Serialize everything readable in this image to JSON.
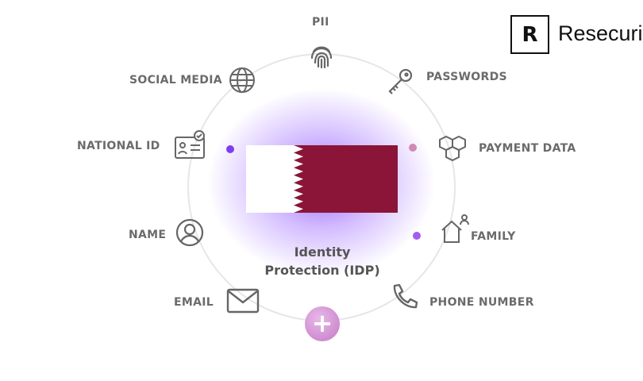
{
  "brand": {
    "logo_letter": "R",
    "name": "Resecuri"
  },
  "center": {
    "title_line1": "Identity",
    "title_line2": "Protection (IDP)",
    "flag": "qatar",
    "flag_colors": {
      "white": "#ffffff",
      "maroon": "#8a1538"
    }
  },
  "items": [
    {
      "label": "PII",
      "icon": "fingerprint-icon"
    },
    {
      "label": "PASSWORDS",
      "icon": "key-icon"
    },
    {
      "label": "PAYMENT DATA",
      "icon": "boxes-icon"
    },
    {
      "label": "FAMILY",
      "icon": "home-person-icon"
    },
    {
      "label": "PHONE NUMBER",
      "icon": "phone-icon"
    },
    {
      "label": "EMAIL",
      "icon": "envelope-icon"
    },
    {
      "label": "NAME",
      "icon": "user-circle-icon"
    },
    {
      "label": "NATIONAL ID",
      "icon": "id-card-icon"
    },
    {
      "label": "SOCIAL MEDIA",
      "icon": "globe-icon"
    }
  ],
  "add_symbol": "+",
  "colors": {
    "accent_purple": "#7b3ff2",
    "dot_pink": "#d08ab4",
    "dot_violet": "#a35cf0",
    "text_gray": "#6b6b6b"
  }
}
